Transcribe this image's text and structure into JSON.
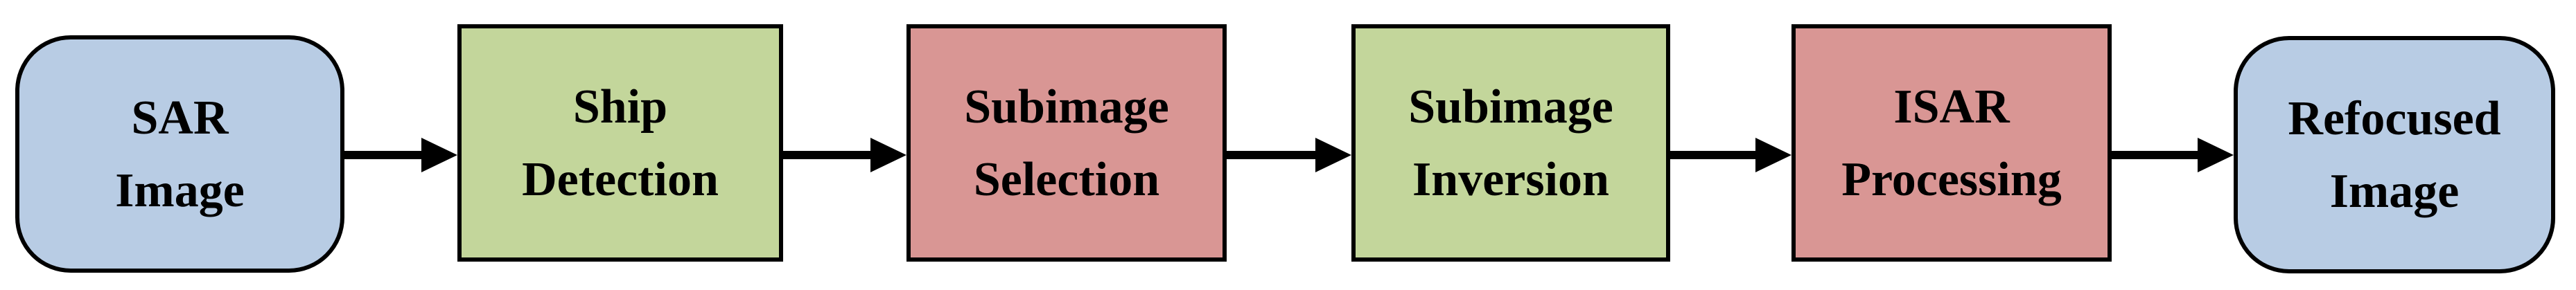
{
  "diagram": {
    "type": "flowchart",
    "direction": "left-to-right",
    "colors": {
      "terminator_fill_blue": "#b8cce4",
      "process_fill_green": "#c3d69b",
      "process_fill_red": "#d99694",
      "border": "#000000",
      "arrow": "#000000",
      "text": "#000000",
      "background": "#ffffff"
    },
    "nodes": [
      {
        "id": "sar-image",
        "shape": "rounded-rectangle",
        "fill": "#b8cce4",
        "line1": "SAR",
        "line2": "Image"
      },
      {
        "id": "ship-detection",
        "shape": "rectangle",
        "fill": "#c3d69b",
        "line1": "Ship",
        "line2": "Detection"
      },
      {
        "id": "subimage-selection",
        "shape": "rectangle",
        "fill": "#d99694",
        "line1": "Subimage",
        "line2": "Selection"
      },
      {
        "id": "subimage-inversion",
        "shape": "rectangle",
        "fill": "#c3d69b",
        "line1": "Subimage",
        "line2": "Inversion"
      },
      {
        "id": "isar-processing",
        "shape": "rectangle",
        "fill": "#d99694",
        "line1": "ISAR",
        "line2": "Processing"
      },
      {
        "id": "refocused-image",
        "shape": "rounded-rectangle",
        "fill": "#b8cce4",
        "line1": "Refocused",
        "line2": "Image"
      }
    ],
    "connections": [
      {
        "from": "sar-image",
        "to": "ship-detection"
      },
      {
        "from": "ship-detection",
        "to": "subimage-selection"
      },
      {
        "from": "subimage-selection",
        "to": "subimage-inversion"
      },
      {
        "from": "subimage-inversion",
        "to": "isar-processing"
      },
      {
        "from": "isar-processing",
        "to": "refocused-image"
      }
    ]
  }
}
